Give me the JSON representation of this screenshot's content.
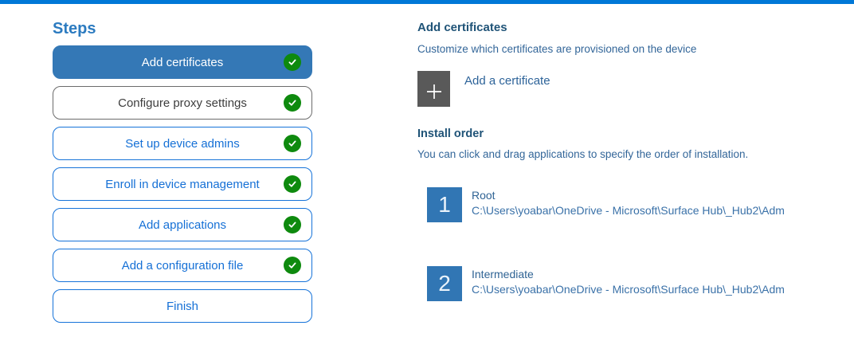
{
  "window": {
    "accent_color": "#0078d7"
  },
  "steps": {
    "title": "Steps",
    "items": [
      {
        "label": "Add certificates",
        "state": "active",
        "completed": true
      },
      {
        "label": "Configure proxy settings",
        "state": "visited",
        "completed": true
      },
      {
        "label": "Set up device admins",
        "state": "normal",
        "completed": true
      },
      {
        "label": "Enroll in device management",
        "state": "normal",
        "completed": true
      },
      {
        "label": "Add applications",
        "state": "normal",
        "completed": true
      },
      {
        "label": "Add a configuration file",
        "state": "normal",
        "completed": true
      },
      {
        "label": "Finish",
        "state": "normal",
        "completed": false
      }
    ]
  },
  "content": {
    "title": "Add certificates",
    "subtitle": "Customize which certificates are provisioned on the device",
    "add_certificate": {
      "icon": "plus-icon",
      "label": "Add a certificate"
    },
    "install_order": {
      "title": "Install order",
      "description": "You can click and drag applications to specify the order of installation.",
      "items": [
        {
          "number": "1",
          "name": "Root",
          "path": "C:\\Users\\yoabar\\OneDrive - Microsoft\\Surface Hub\\_Hub2\\Adm"
        },
        {
          "number": "2",
          "name": "Intermediate",
          "path": "C:\\Users\\yoabar\\OneDrive - Microsoft\\Surface Hub\\_Hub2\\Adm"
        }
      ]
    }
  },
  "colors": {
    "accent_bar": "#0078d7",
    "steps_heading": "#2c7bc0",
    "active_step_bg": "#3478b6",
    "step_outline_blue": "#1673d9",
    "visited_step_border": "#6b6b6b",
    "check_green": "#0e8a0e",
    "content_heading": "#1f5377",
    "content_body": "#336699",
    "plus_tile_gray": "#595959",
    "number_tile_blue": "#3176b4"
  }
}
